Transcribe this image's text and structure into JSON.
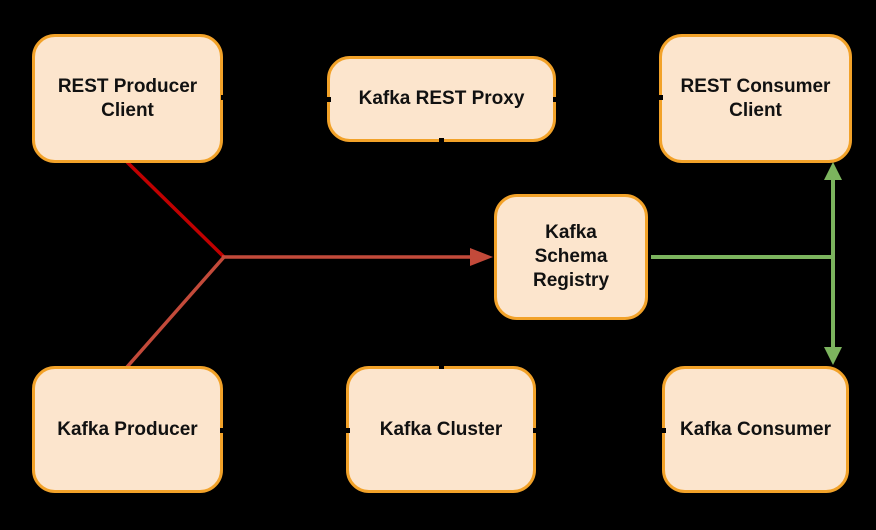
{
  "colors": {
    "background": "#000000",
    "node_fill": "#FCE5CD",
    "node_border": "#F2A229",
    "node_text": "#111111",
    "arrow_red_dark": "#C00000",
    "arrow_red_brick": "#C34A3A",
    "arrow_green": "#7CB45E"
  },
  "diagram": {
    "nodes": [
      {
        "id": "rest-producer-client",
        "label": "REST Producer\nClient"
      },
      {
        "id": "kafka-rest-proxy",
        "label": "Kafka REST Proxy"
      },
      {
        "id": "rest-consumer-client",
        "label": "REST Consumer\nClient"
      },
      {
        "id": "kafka-schema-registry",
        "label": "Kafka\nSchema\nRegistry"
      },
      {
        "id": "kafka-producer",
        "label": "Kafka Producer"
      },
      {
        "id": "kafka-cluster",
        "label": "Kafka Cluster"
      },
      {
        "id": "kafka-consumer",
        "label": "Kafka Consumer"
      }
    ],
    "edges": [
      {
        "from": "rest-producer-client",
        "to": "kafka-schema-registry",
        "color": "#C00000",
        "arrowhead": "into-registry"
      },
      {
        "from": "kafka-producer",
        "to": "kafka-schema-registry",
        "color": "#C34A3A",
        "arrowhead": "into-registry"
      },
      {
        "from": "kafka-schema-registry",
        "to": "rest-consumer-client",
        "color": "#7CB45E",
        "arrowhead": "into-consumer"
      },
      {
        "from": "kafka-schema-registry",
        "to": "kafka-consumer",
        "color": "#7CB45E",
        "arrowhead": "into-consumer"
      }
    ]
  }
}
